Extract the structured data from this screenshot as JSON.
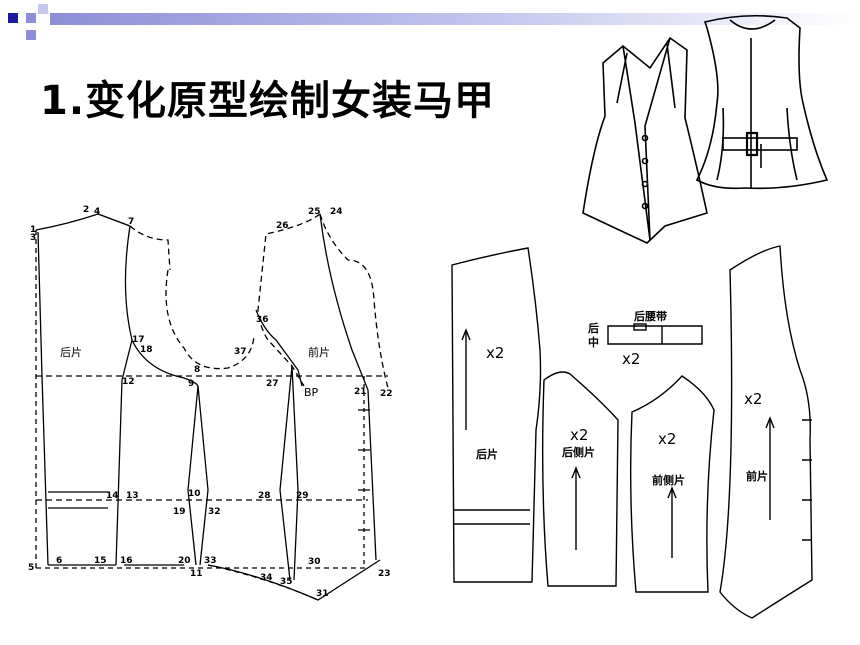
{
  "slide": {
    "title": "1.变化原型绘制女装马甲",
    "accent": "#2b2bc6"
  },
  "draft": {
    "labels": {
      "back_piece": "后片",
      "front_piece": "前片",
      "bp": "BP"
    },
    "points": [
      "1",
      "2",
      "3",
      "4",
      "5",
      "6",
      "7",
      "8",
      "9",
      "10",
      "11",
      "12",
      "13",
      "14",
      "15",
      "16",
      "17",
      "18",
      "19",
      "20",
      "21",
      "22",
      "23",
      "24",
      "25",
      "26",
      "27",
      "28",
      "29",
      "30",
      "31",
      "32",
      "33",
      "34",
      "35",
      "36",
      "37"
    ]
  },
  "pattern": {
    "back": {
      "label": "后片",
      "count": "x2"
    },
    "belt": {
      "label": "后腰带",
      "center": "后中",
      "count": "x2"
    },
    "back_side": {
      "label": "后侧片",
      "count": "x2"
    },
    "front_side": {
      "label": "前侧片",
      "count": "x2"
    },
    "front": {
      "label": "前片",
      "count": "x2"
    }
  }
}
